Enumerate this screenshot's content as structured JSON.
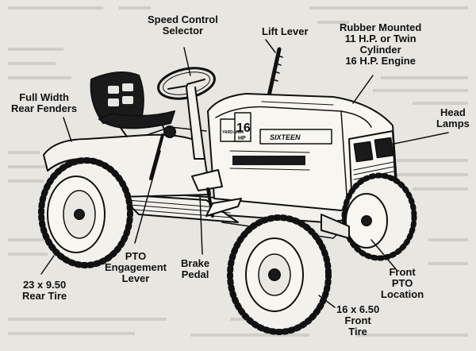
{
  "labels": {
    "speed_control": "Speed Control\nSelector",
    "lift_lever": "Lift Lever",
    "rubber_mounted": "Rubber Mounted\n11 H.P. or Twin\nCylinder\n16 H.P. Engine",
    "full_width_fenders": "Full Width\nRear Fenders",
    "head_lamps": "Head\nLamps",
    "pto_engagement": "PTO\nEngagement\nLever",
    "brake_pedal": "Brake\nPedal",
    "front_pto": "Front\nPTO\nLocation",
    "rear_tire": "23 x 9.50\nRear Tire",
    "front_tire": "16 x 6.50\nFront\nTire"
  },
  "hood_badges": {
    "brand": "YARD-MAN",
    "hp_number": "16",
    "hp_unit": "HP",
    "model_name": "SIXTEEN"
  },
  "colors": {
    "paper": "#e7e6e1",
    "ink": "#111111",
    "faint_text": "#c9c8c3"
  }
}
